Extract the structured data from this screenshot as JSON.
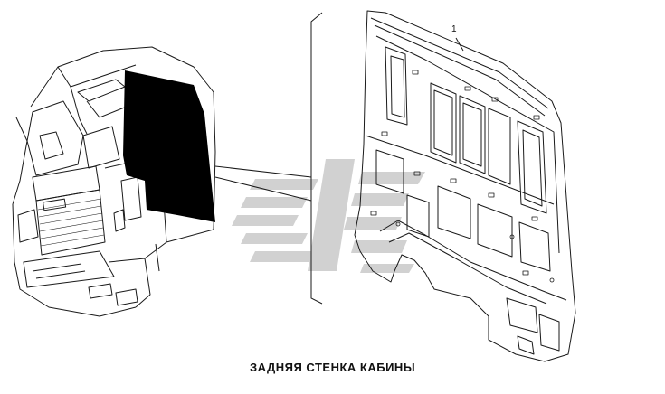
{
  "diagram": {
    "caption": "ЗАДНЯЯ СТЕНКА КАБИНЫ",
    "part_callout": "1"
  },
  "colors": {
    "line": "#1a1a1a",
    "highlight_panel": "#000000",
    "watermark": "#c8c8c8"
  },
  "icons": {
    "watermark": "brand-logo-watermark"
  }
}
